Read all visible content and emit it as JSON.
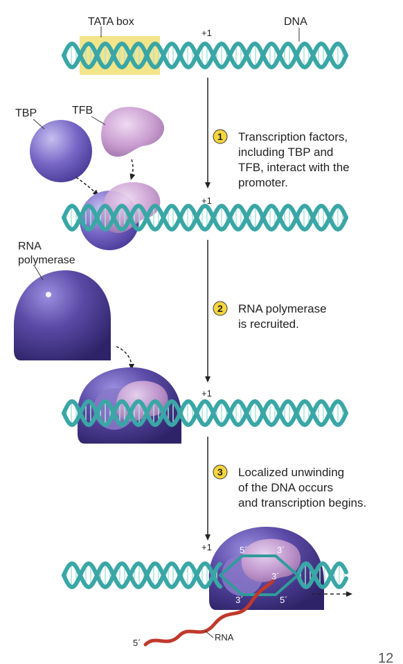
{
  "labels": {
    "tata_box": "TATA box",
    "dna": "DNA",
    "plus1": "+1",
    "tbp": "TBP",
    "tfb": "TFB",
    "rna_polymerase_line1": "RNA",
    "rna_polymerase_line2": "polymerase",
    "rna": "RNA",
    "five_prime": "5´",
    "three_prime": "3´"
  },
  "steps": [
    {
      "number": "1",
      "lines": [
        "Transcription factors,",
        "including TBP and",
        "TFB, interact with the",
        "promoter."
      ]
    },
    {
      "number": "2",
      "lines": [
        "RNA polymerase",
        "is recruited."
      ]
    },
    {
      "number": "3",
      "lines": [
        "Localized unwinding",
        "of the DNA occurs",
        "and transcription begins."
      ]
    }
  ],
  "page_number": "12",
  "colors": {
    "dna": "#3aa6a6",
    "dna_light": "#a9e2dc",
    "tata_highlight": "#f3e58a",
    "tbp": "#7563c2",
    "tfb": "#c79bcf",
    "polymerase": "#4d3d91",
    "rna": "#c0392b",
    "step_badge": "#f5d63d"
  }
}
